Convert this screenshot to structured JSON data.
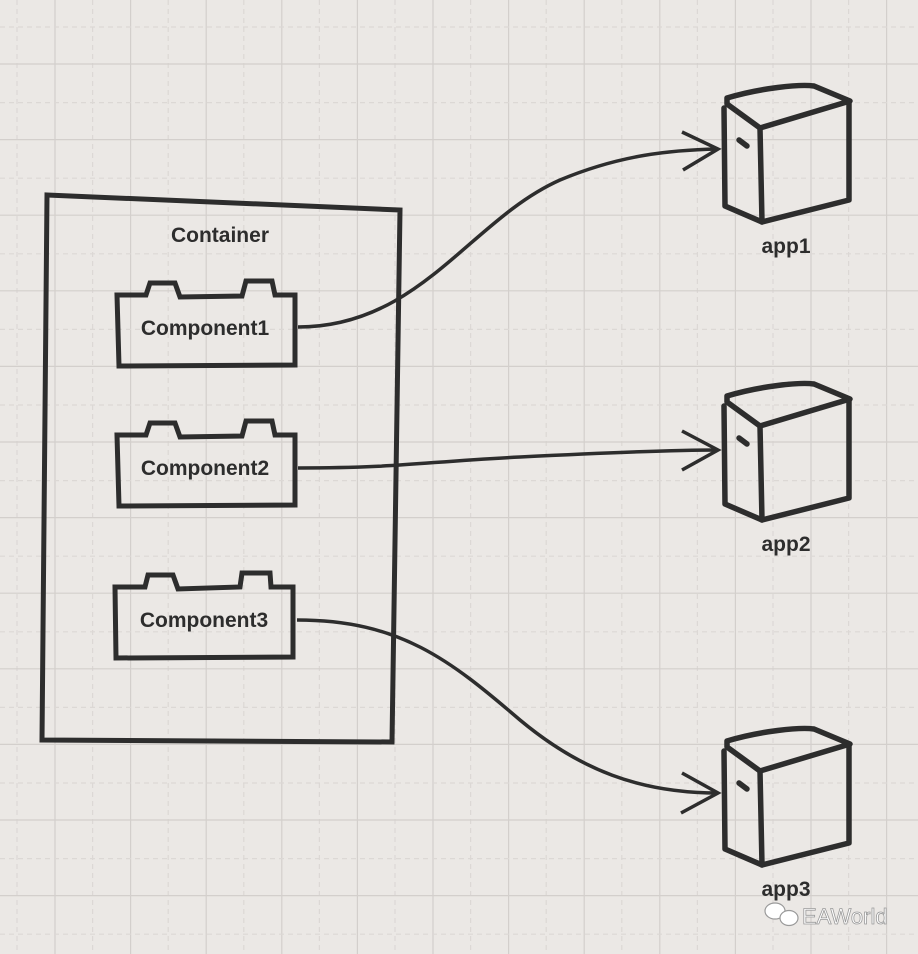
{
  "diagram": {
    "container": {
      "label": "Container"
    },
    "components": [
      {
        "id": "component1",
        "label": "Component1",
        "target": "app1"
      },
      {
        "id": "component2",
        "label": "Component2",
        "target": "app2"
      },
      {
        "id": "component3",
        "label": "Component3",
        "target": "app3"
      }
    ],
    "servers": [
      {
        "id": "app1",
        "label": "app1"
      },
      {
        "id": "app2",
        "label": "app2"
      },
      {
        "id": "app3",
        "label": "app3"
      }
    ],
    "connections": [
      {
        "from": "Component1",
        "to": "app1",
        "style": "curved-arrow"
      },
      {
        "from": "Component2",
        "to": "app2",
        "style": "curved-arrow"
      },
      {
        "from": "Component3",
        "to": "app3",
        "style": "curved-arrow"
      }
    ]
  },
  "watermark": {
    "icon": "wechat-icon",
    "text": "EAWorld"
  },
  "colors": {
    "background": "#ebe8e5",
    "stroke": "#2d2d2d",
    "grid": "#d3cfcc"
  }
}
